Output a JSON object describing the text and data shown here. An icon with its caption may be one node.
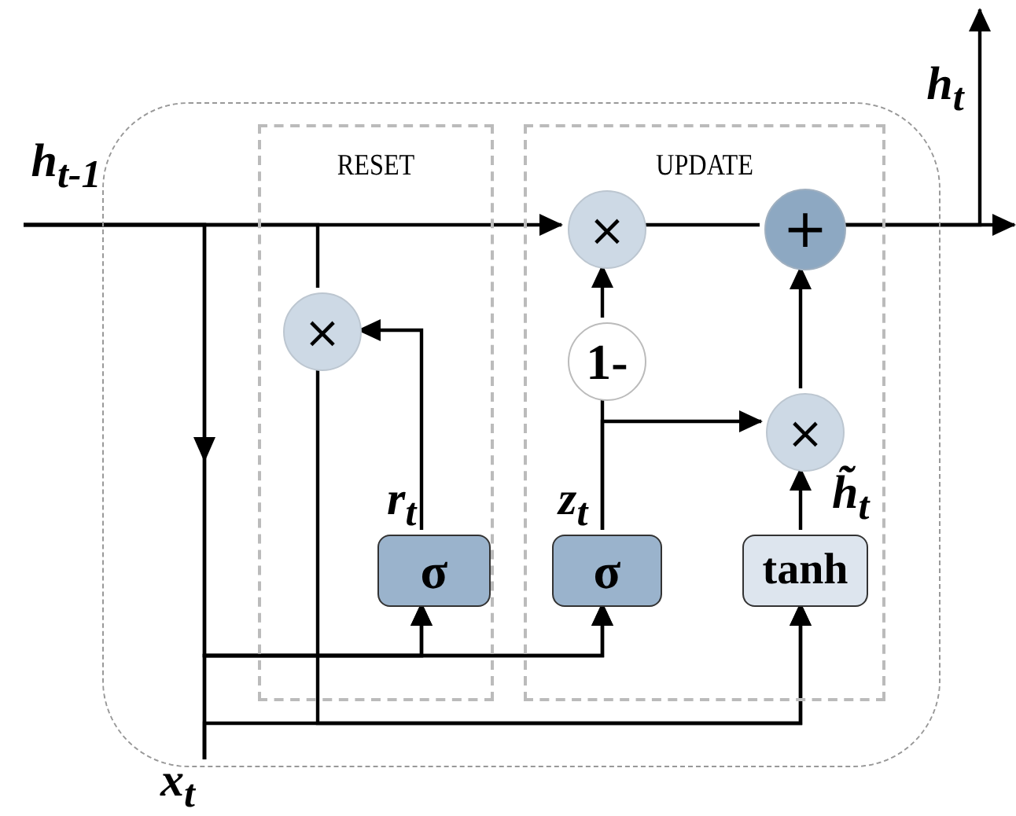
{
  "diagram": {
    "nodes": [
      {
        "text": [],
        "shape": "box"
      },
      {
        "text": [
          "RESET"
        ],
        "in": 0
      },
      {
        "text": [
          "UPDATE"
        ],
        "in": 0
      },
      {
        "text": [
          "h$_{t-1}$"
        ]
      },
      {
        "text": [
          "x$_{t}$"
        ]
      },
      {
        "text": [
          "h$_{t}$"
        ]
      },
      {
        "text": [
          "×"
        ],
        "in": 1
      },
      {
        "text": [
          "σ"
        ],
        "in": 1,
        "beside": [
          "r$_{t}$"
        ]
      },
      {
        "text": [
          "×"
        ],
        "in": 2
      },
      {
        "text": [
          "+"
        ],
        "in": 2
      },
      {
        "text": [
          "1-"
        ],
        "in": 2
      },
      {
        "text": [
          "σ"
        ],
        "in": 2,
        "beside": [
          "z$_{t}$"
        ]
      },
      {
        "text": [
          "×"
        ],
        "in": 2
      },
      {
        "text": [
          "tanh"
        ],
        "in": 2,
        "beside": [
          "h̃$_{t}$"
        ]
      }
    ],
    "edges": [
      {
        "from": 3,
        "to": 8,
        "arrow": "to"
      },
      {
        "from": 8,
        "to": 9,
        "arrow": "none"
      },
      {
        "from": 9,
        "to": 5,
        "arrow": "to"
      },
      {
        "from": 9,
        "to": null,
        "arrow": "to"
      },
      {
        "from": 3,
        "to": 6,
        "arrow": "none"
      },
      {
        "from": 3,
        "to": 7,
        "arrow": "to"
      },
      {
        "from": 3,
        "to": 11,
        "arrow": "to"
      },
      {
        "from": 4,
        "to": 7,
        "arrow": "to"
      },
      {
        "from": 4,
        "to": 11,
        "arrow": "to"
      },
      {
        "from": 4,
        "to": 13,
        "arrow": "to"
      },
      {
        "from": 6,
        "to": 13,
        "arrow": "to"
      },
      {
        "from": 7,
        "to": 6,
        "arrow": "to"
      },
      {
        "from": 11,
        "to": 10,
        "arrow": "none"
      },
      {
        "from": 10,
        "to": 8,
        "arrow": "to"
      },
      {
        "from": 11,
        "to": 12,
        "arrow": "to"
      },
      {
        "from": 13,
        "to": 12,
        "arrow": "to"
      },
      {
        "from": 12,
        "to": 9,
        "arrow": "to"
      }
    ]
  }
}
